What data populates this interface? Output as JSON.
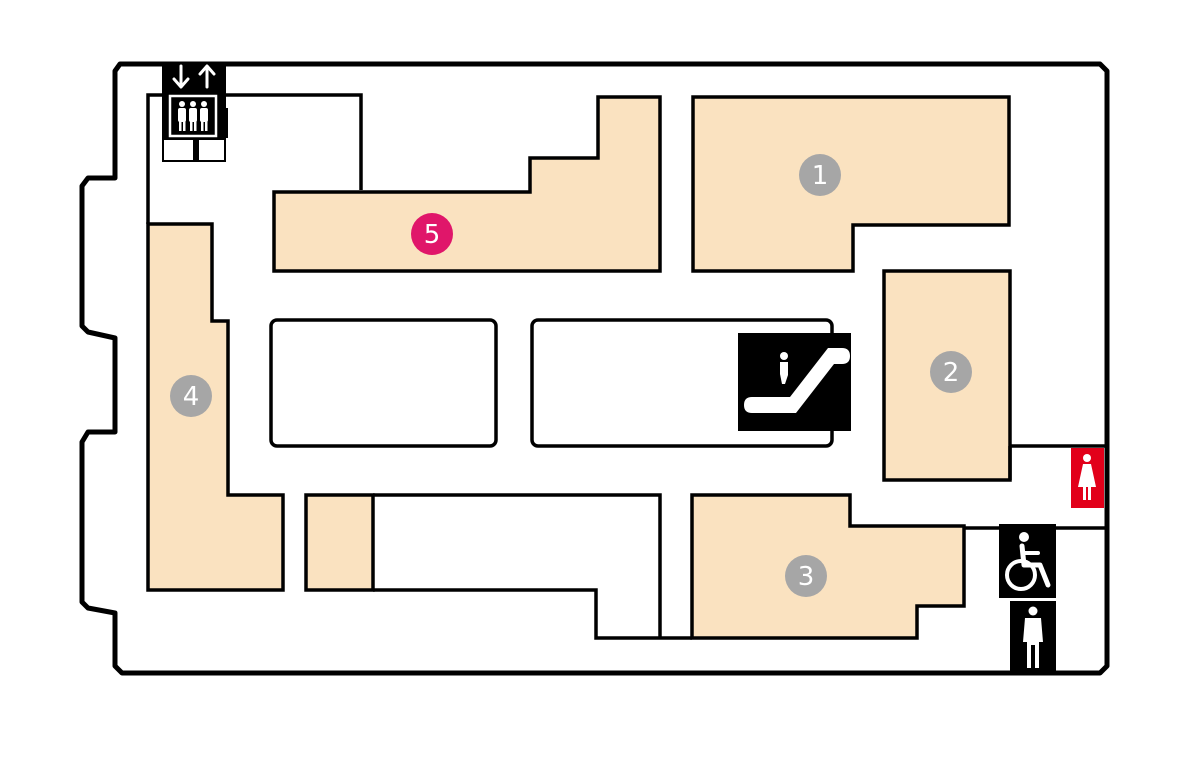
{
  "colors": {
    "shop_fill": "#fae2c0",
    "badge_gray": "#a6a6a6",
    "badge_highlight": "#e0166a",
    "restroom_women": "#e2001a",
    "icon_black": "#000000"
  },
  "shops": [
    {
      "id": "shop-1",
      "label": "1",
      "highlight": false
    },
    {
      "id": "shop-2",
      "label": "2",
      "highlight": false
    },
    {
      "id": "shop-3",
      "label": "3",
      "highlight": false
    },
    {
      "id": "shop-4",
      "label": "4",
      "highlight": false
    },
    {
      "id": "shop-5",
      "label": "5",
      "highlight": true
    }
  ],
  "icons": [
    "elevator-icon",
    "escalator-icon",
    "restroom-women-icon",
    "wheelchair-icon",
    "restroom-men-icon"
  ]
}
